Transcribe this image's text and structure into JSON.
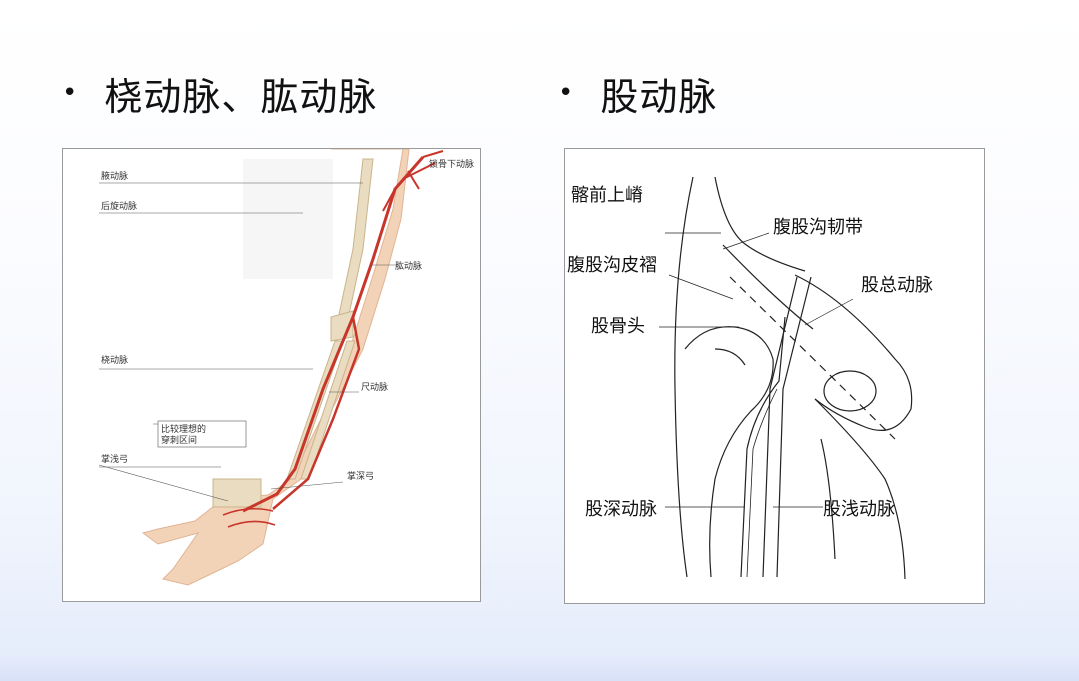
{
  "headings": {
    "left": "桡动脉、肱动脉",
    "right": "股动脉",
    "bullet": "•"
  },
  "arm_panel": {
    "labels": {
      "axillary": "腋动脉",
      "posterior_circumflex": "后旋动脉",
      "subclavian_bone": "锁骨下动脉",
      "brachial": "肱动脉",
      "radial": "桡动脉",
      "ulnar": "尺动脉",
      "ideal_zone_line1": "比较理想的",
      "ideal_zone_line2": "穿刺区间",
      "superficial_arch": "掌浅弓",
      "deep_arch": "掌深弓"
    },
    "colors": {
      "artery": "#c8352a",
      "skin": "#f3d3b8",
      "bone": "#e9dcc0"
    }
  },
  "femoral_panel": {
    "labels": {
      "asis": "髂前上嵴",
      "inguinal_ligament": "腹股沟韧带",
      "inguinal_skin_fold": "腹股沟皮褶",
      "common_femoral": "股总动脉",
      "femoral_head": "股骨头",
      "deep_femoral": "股深动脉",
      "superficial_femoral": "股浅动脉"
    }
  }
}
